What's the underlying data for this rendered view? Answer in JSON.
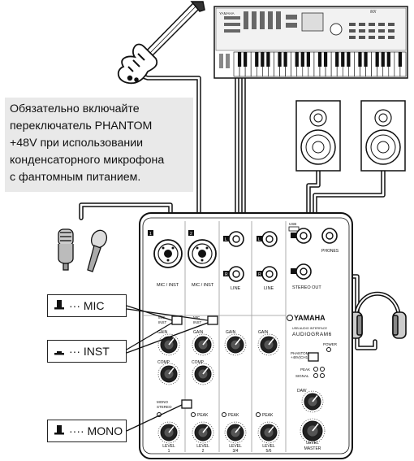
{
  "note": {
    "lines": [
      "Обязательно включайте",
      "переключатель   PHANTOM",
      "+48V при использовании",
      "конденсаторного микрофона",
      "с фантомным питанием."
    ]
  },
  "callouts": {
    "mic": "··· MIC",
    "inst": "··· INST",
    "mono": "···· MONO"
  },
  "synth": {
    "brand": "YAMAHA",
    "model": "MX"
  },
  "mixer": {
    "brand": "YAMAHA",
    "subtitle": "USB AUDIO INTERFACE",
    "model": "AUDIOGRAM6",
    "ch1_num": "1",
    "ch2_num": "2",
    "ch34_l": "L",
    "ch34_r": "R",
    "ch56_l": "L",
    "ch56_r": "R",
    "mic_inst_1": "MIC / INST",
    "mic_inst_2": "MIC / INST",
    "line_1": "LINE",
    "line_2": "LINE",
    "stereo_out": "STEREO  OUT",
    "phones": "PHONES",
    "usb": "USB",
    "mic_sw": "MIC",
    "inst_sw": "INST",
    "gain": "GAIN",
    "comp": "COMP",
    "mono_sw": "MONO",
    "stereo_sw": "STEREO",
    "peak": "PEAK",
    "power": "POWER",
    "phantom": "PHANTOM",
    "phantom2": "+48V(CH1)",
    "peak_r": "PEAK",
    "signal": "SIGNAL",
    "daw": "DAW",
    "level": "LEVEL",
    "level_1": "1",
    "level_2": "2",
    "level_34": "3/4",
    "level_56": "5/6",
    "master": "MASTER"
  }
}
